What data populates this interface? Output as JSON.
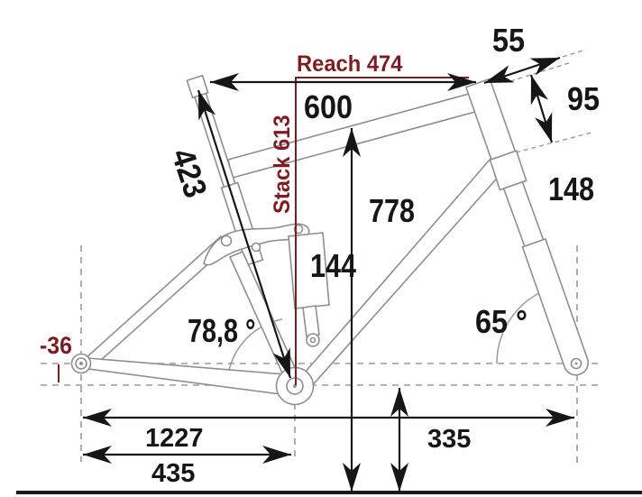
{
  "diagram": {
    "accent_color": "#7d1c21",
    "labels": {
      "reach": "Reach 474",
      "stack": "Stack 613",
      "top_tube": "600",
      "seat_tube": "423",
      "stem": "55",
      "head_tube": "95",
      "fork": "148",
      "standover": "778",
      "shock": "144",
      "seat_angle": "78,8 °",
      "head_angle": "65 °",
      "bb_drop": "-36",
      "wheelbase": "1227",
      "chainstay": "435",
      "bb_height": "335"
    }
  }
}
